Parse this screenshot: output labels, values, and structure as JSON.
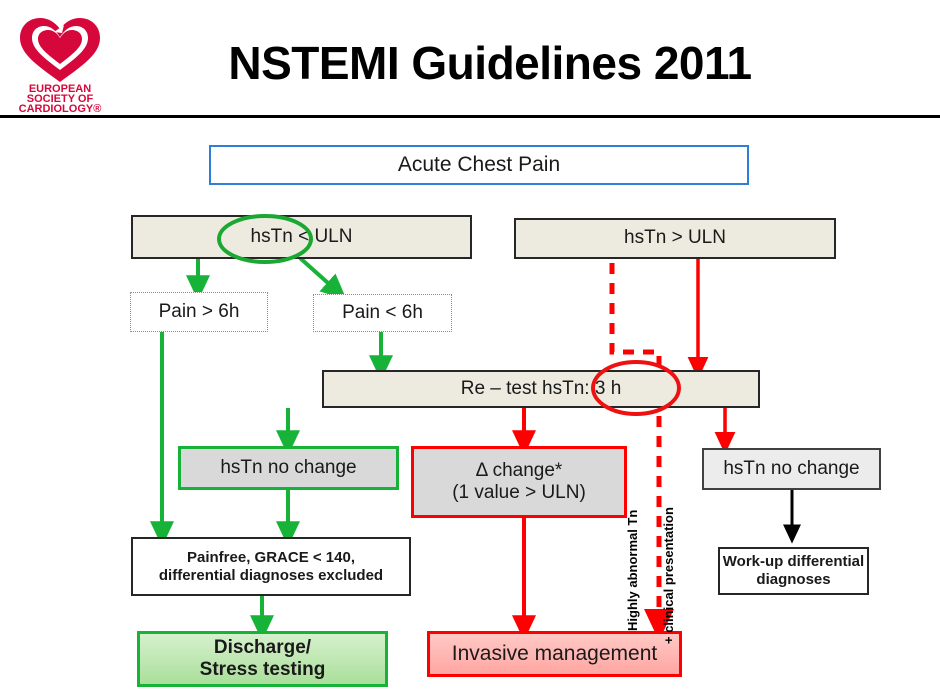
{
  "header": {
    "title": "NSTEMI Guidelines 2011",
    "logo": {
      "line1": "EUROPEAN",
      "line2": "SOCIETY OF",
      "line3": "CARDIOLOGY®",
      "color": "#d6083b"
    }
  },
  "flowchart": {
    "nodes": {
      "acute_chest_pain": "Acute Chest Pain",
      "hstn_below_uln": "hsTn < ULN",
      "hstn_above_uln": "hsTn > ULN",
      "pain_over_6h": "Pain > 6h",
      "pain_under_6h": "Pain < 6h",
      "retest": "Re – test hsTn: 3 h",
      "no_change_left": "hsTn no change",
      "delta_change_line1": "Δ change*",
      "delta_change_line2": "(1 value > ULN)",
      "no_change_right": "hsTn no change",
      "painfree_line1": "Painfree, GRACE < 140,",
      "painfree_line2": "differential diagnoses excluded",
      "workup_line1": "Work-up differential",
      "workup_line2": "diagnoses",
      "discharge_line1": "Discharge/",
      "discharge_line2": "Stress testing",
      "invasive": "Invasive management"
    },
    "annotations": {
      "highly_abnormal_tn": "Highly abnormal Tn",
      "plus_clinical_presentation": "+ clinical presentation",
      "green_ellipse_target": "hsTn",
      "red_ellipse_target": ": 3 h"
    },
    "colors": {
      "green_arrow": "#17b339",
      "red_arrow": "#ff0000",
      "black_arrow": "#000000",
      "blue_border": "#2e80d6",
      "beige_fill": "#edebe0",
      "gray_fill": "#d9d9d9"
    }
  }
}
